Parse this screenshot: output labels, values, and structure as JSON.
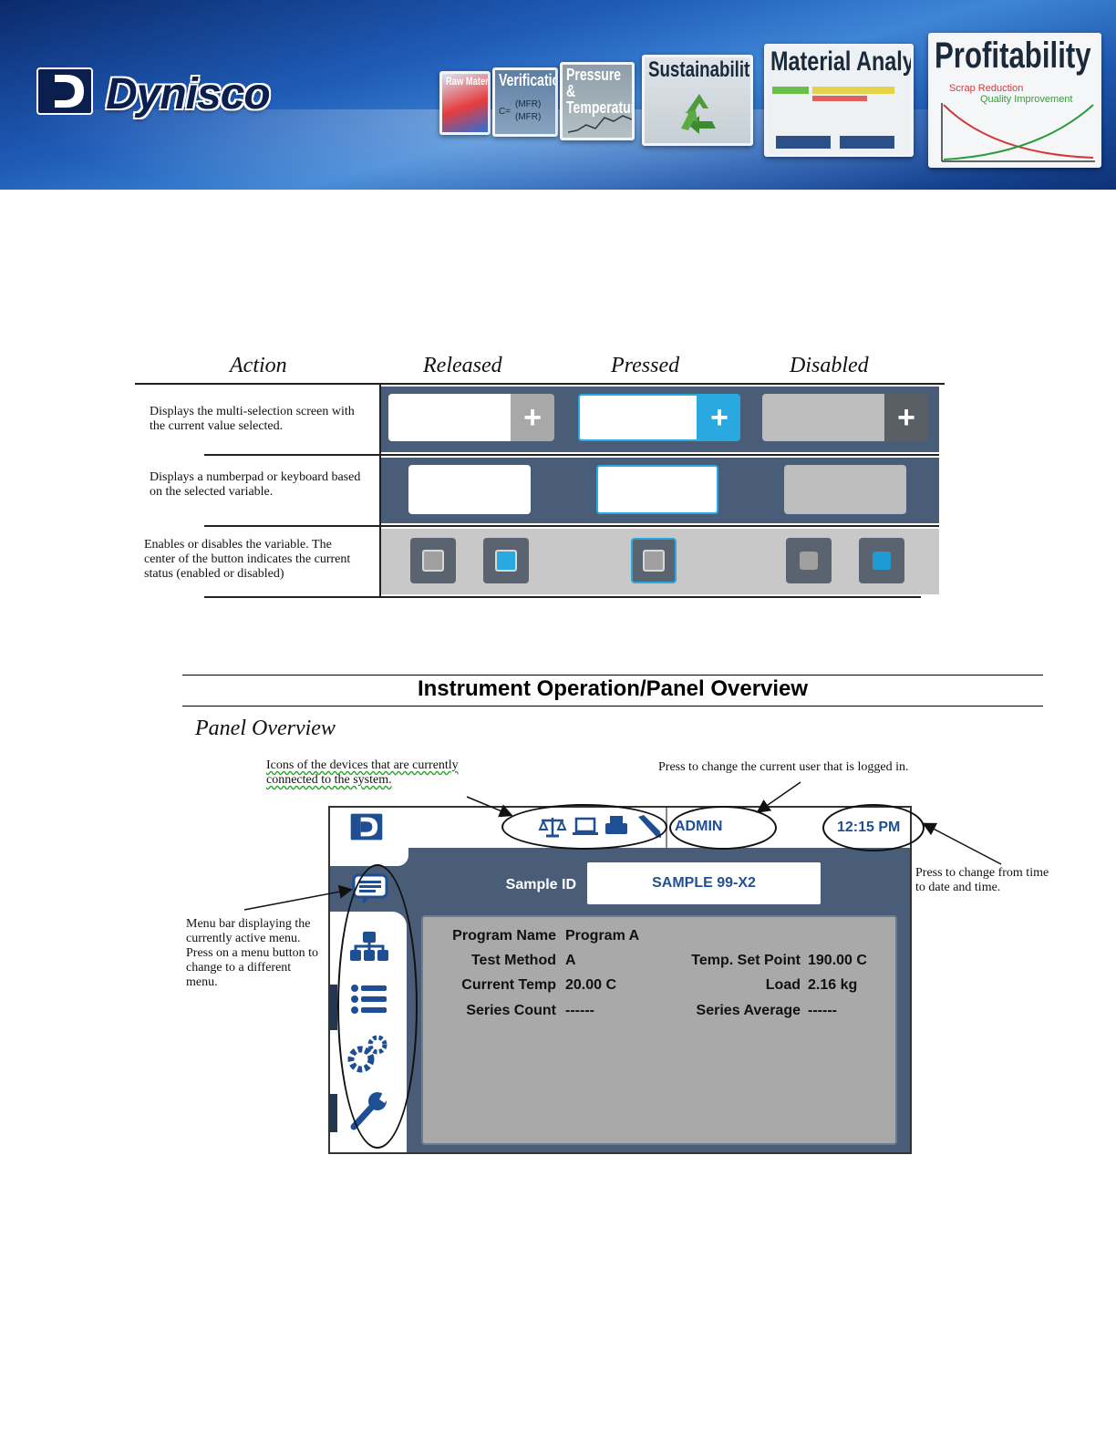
{
  "banner": {
    "brand": "Dynisco",
    "panels": [
      "Raw Materials",
      "Verification",
      "Pressure & Temperature",
      "Sustainability",
      "Material Analysis",
      "Profitability"
    ],
    "profitability_sub": [
      "Scrap Reduction",
      "Quality Improvement"
    ],
    "verification_formula": [
      "C=",
      "(MFR)",
      "(MFR)"
    ]
  },
  "button_table": {
    "headers": [
      "Action",
      "Released",
      "Pressed",
      "Disabled"
    ],
    "rows": [
      {
        "action": "Displays the multi-selection screen with the current value selected."
      },
      {
        "action": "Displays a numberpad or keyboard based on the selected variable."
      },
      {
        "action": "Enables or disables the variable. The center of the button indicates the current status (enabled or disabled)"
      }
    ],
    "plus_glyph": "+",
    "colors": {
      "accent": "#2aa8e0",
      "row_dark": "#4a5d78",
      "row_light": "#c8c8c8",
      "disabled": "#bdbdbd"
    }
  },
  "section": {
    "title": "Instrument Operation/Panel Overview",
    "subtitle": "Panel Overview"
  },
  "annotations": {
    "devices": "Icons of the devices that are currently connected to the system.",
    "user": "Press to change the current user that is logged  in.",
    "time": "Press to change from time to date and time.",
    "menu": "Menu bar displaying the currently active menu. Press on a menu button to change to a different menu."
  },
  "panel": {
    "device_icons": [
      "balance-icon",
      "laptop-icon",
      "printer-icon",
      "pen-icon"
    ],
    "user": "ADMIN",
    "time": "12:15 PM",
    "sample_label": "Sample ID",
    "sample_value": "SAMPLE 99-X2",
    "menu_icons": [
      "message-icon",
      "network-icon",
      "list-icon",
      "gears-icon",
      "wrench-icon"
    ],
    "fields": {
      "program_name": {
        "label": "Program Name",
        "value": "Program A"
      },
      "test_method": {
        "label": "Test Method",
        "value": "A"
      },
      "current_temp": {
        "label": "Current Temp",
        "value": "20.00 C"
      },
      "series_count": {
        "label": "Series Count",
        "value": "------"
      },
      "temp_set_point": {
        "label": "Temp. Set Point",
        "value": "190.00 C"
      },
      "load": {
        "label": "Load",
        "value": "2.16 kg"
      },
      "series_average": {
        "label": "Series Average",
        "value": "------"
      }
    }
  }
}
